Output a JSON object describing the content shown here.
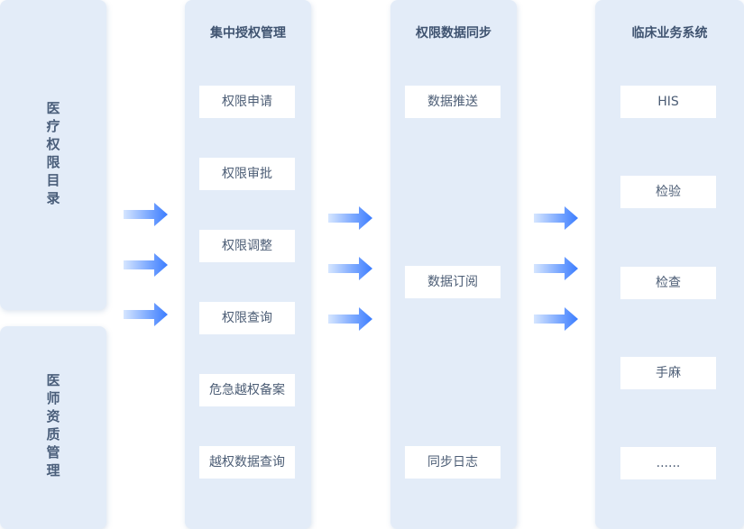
{
  "left": {
    "top_label": "医疗权限目录",
    "bottom_label": "医师资质管理"
  },
  "columns": [
    {
      "title": "集中授权管理",
      "items": [
        "权限申请",
        "权限审批",
        "权限调整",
        "权限查询",
        "危急越权备案",
        "越权数据查询"
      ]
    },
    {
      "title": "权限数据同步",
      "items": [
        "数据推送",
        "数据订阅",
        "同步日志"
      ]
    },
    {
      "title": "临床业务系统",
      "items": [
        "HIS",
        "检验",
        "检查",
        "手麻",
        "......"
      ]
    }
  ],
  "colors": {
    "panel": "#e3ecf8",
    "item_bg": "#ffffff",
    "text": "#4a5e7a",
    "arrow_start": "#d6e6ff",
    "arrow_end": "#3b7dff"
  }
}
